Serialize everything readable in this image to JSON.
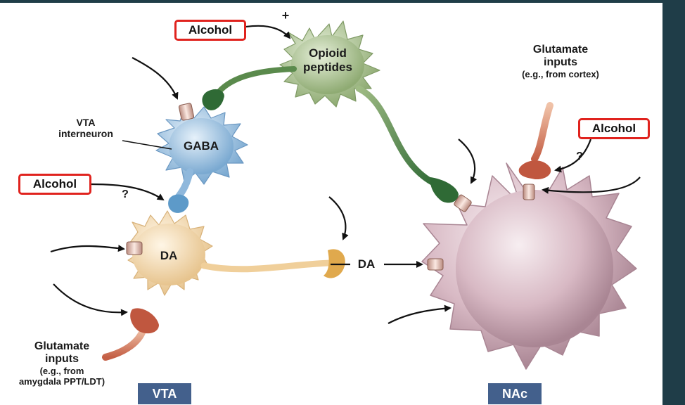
{
  "labels": {
    "alcohol": "Alcohol",
    "plus": "+",
    "question": "?",
    "opioid_line1": "Opioid",
    "opioid_line2": "peptides",
    "gaba": "GABA",
    "da_cell": "DA",
    "da_synapse": "DA",
    "vta_interneuron_line1": "VTA",
    "vta_interneuron_line2": "interneuron",
    "glu_right_line1": "Glutamate",
    "glu_right_line2": "inputs",
    "glu_right_line3": "(e.g., from cortex)",
    "glu_left_line1": "Glutamate",
    "glu_left_line2": "inputs",
    "glu_left_line3": "(e.g., from",
    "glu_left_line4": "amygdala PPT/LDT)",
    "region_vta": "VTA",
    "region_nac": "NAc"
  },
  "colors": {
    "alcohol_border": "#e0231e",
    "region_box": "#43608c",
    "frame": "#1f3d48",
    "opioid_cell": "#a9c08f",
    "gaba_cell": "#8fb8dc",
    "da_cell": "#f3d7a8",
    "nac_cell": "#d8b9c4",
    "opioid_axon": "#3c6d3c",
    "glutamate_terminal": "#c0573f"
  }
}
